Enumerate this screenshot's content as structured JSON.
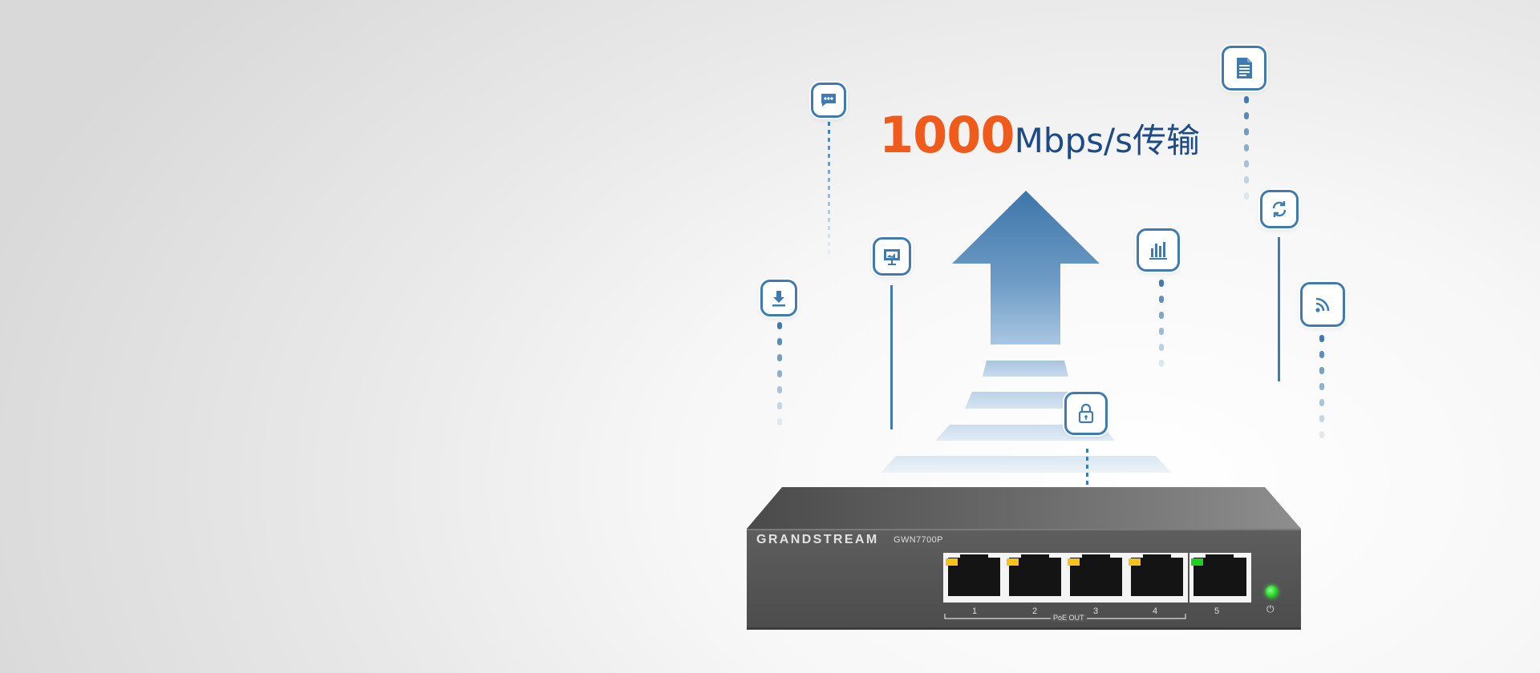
{
  "headline": {
    "number": "1000",
    "unit": "Mbps/s传输"
  },
  "colors": {
    "accent_orange": "#f05a1a",
    "text_blue": "#1e4a86",
    "icon_blue": "#3f7ab0",
    "led_amber": "#f6c21c",
    "led_green": "#1fd11f"
  },
  "switch": {
    "brand": "GRANDSTREAM",
    "model": "GWN7700P",
    "ports": [
      "1",
      "2",
      "3",
      "4",
      "5"
    ],
    "poe_label": "PoE OUT",
    "power_icon": "⏻"
  },
  "icons": [
    "chat-icon",
    "download-icon",
    "presentation-icon",
    "bar-chart-icon",
    "lock-icon",
    "document-icon",
    "sync-icon",
    "wifi-signal-icon"
  ]
}
